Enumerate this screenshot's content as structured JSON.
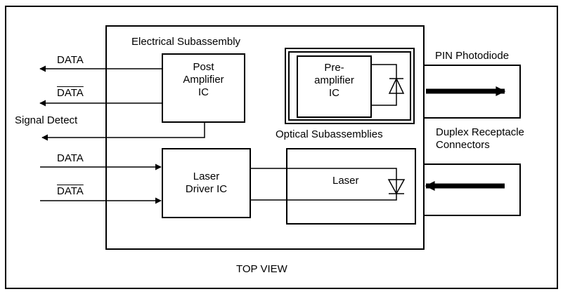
{
  "labels": {
    "electrical_subassembly": "Electrical Subassembly",
    "post_amplifier": "Post\nAmplifier\nIC",
    "pre_amplifier": "Pre-\namplifier\nIC",
    "pin_photodiode": "PIN Photodiode",
    "signal_detect": "Signal Detect",
    "optical_subassemblies": "Optical Subassemblies",
    "duplex_receptacle": "Duplex Receptacle\nConnectors",
    "laser_driver": "Laser\nDriver IC",
    "laser": "Laser",
    "data_out": "DATA",
    "data_out_bar": "DATA",
    "data_in": "DATA",
    "data_in_bar": "DATA",
    "top_view": "TOP VIEW"
  }
}
